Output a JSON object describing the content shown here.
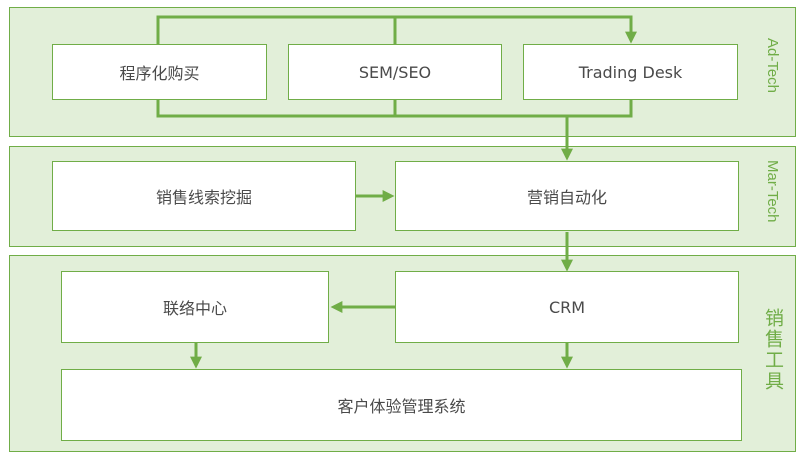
{
  "colors": {
    "accent": "#70ad47",
    "band_fill": "#e2efd9",
    "node_fill": "#ffffff",
    "text": "#4a4a4a"
  },
  "layers": {
    "ad_tech": {
      "label": "Ad-Tech",
      "nodes": [
        "程序化购买",
        "SEM/SEO",
        "Trading Desk"
      ]
    },
    "mar_tech": {
      "label": "Mar-Tech",
      "nodes": [
        "销售线索挖掘",
        "营销自动化"
      ]
    },
    "sales_tools": {
      "label": "销售工具",
      "nodes": [
        "联络中心",
        "CRM",
        "客户体验管理系统"
      ]
    }
  }
}
